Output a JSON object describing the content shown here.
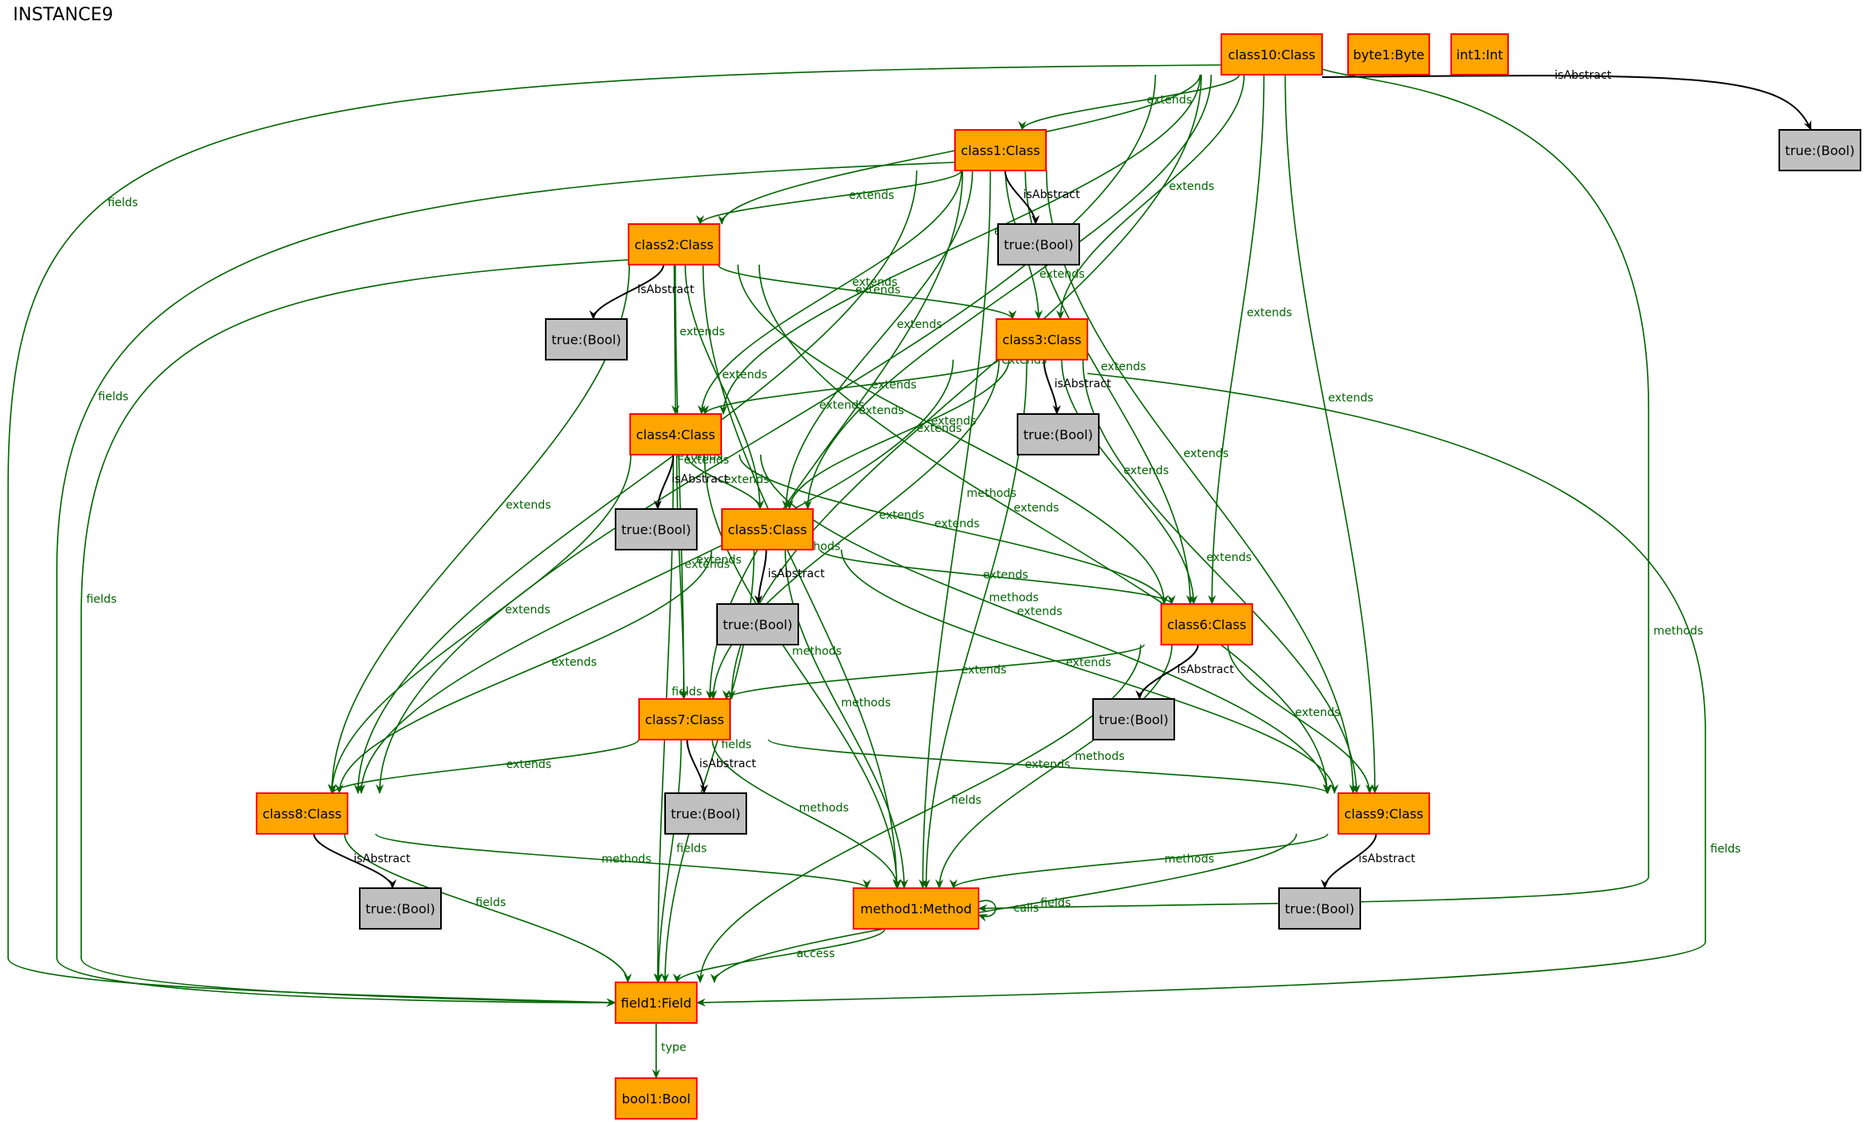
{
  "title": "INSTANCE9",
  "colors": {
    "node_fill": "#FFA500",
    "node_border": "#FF0000",
    "value_fill": "#C0C0C0",
    "value_border": "#000000",
    "edge_green": "#006400",
    "edge_black": "#000000"
  },
  "nodes": [
    {
      "id": "class10",
      "label": "class10:Class",
      "kind": "object"
    },
    {
      "id": "byte1",
      "label": "byte1:Byte",
      "kind": "object"
    },
    {
      "id": "int1",
      "label": "int1:Int",
      "kind": "object"
    },
    {
      "id": "true10",
      "label": "true:(Bool)",
      "kind": "value"
    },
    {
      "id": "class1",
      "label": "class1:Class",
      "kind": "object"
    },
    {
      "id": "true1",
      "label": "true:(Bool)",
      "kind": "value"
    },
    {
      "id": "class2",
      "label": "class2:Class",
      "kind": "object"
    },
    {
      "id": "true2",
      "label": "true:(Bool)",
      "kind": "value"
    },
    {
      "id": "class3",
      "label": "class3:Class",
      "kind": "object"
    },
    {
      "id": "true3",
      "label": "true:(Bool)",
      "kind": "value"
    },
    {
      "id": "class4",
      "label": "class4:Class",
      "kind": "object"
    },
    {
      "id": "true4",
      "label": "true:(Bool)",
      "kind": "value"
    },
    {
      "id": "class5",
      "label": "class5:Class",
      "kind": "object"
    },
    {
      "id": "true5",
      "label": "true:(Bool)",
      "kind": "value"
    },
    {
      "id": "class6",
      "label": "class6:Class",
      "kind": "object"
    },
    {
      "id": "true6",
      "label": "true:(Bool)",
      "kind": "value"
    },
    {
      "id": "class7",
      "label": "class7:Class",
      "kind": "object"
    },
    {
      "id": "true7",
      "label": "true:(Bool)",
      "kind": "value"
    },
    {
      "id": "class8",
      "label": "class8:Class",
      "kind": "object"
    },
    {
      "id": "true8",
      "label": "true:(Bool)",
      "kind": "value"
    },
    {
      "id": "class9",
      "label": "class9:Class",
      "kind": "object"
    },
    {
      "id": "true9",
      "label": "true:(Bool)",
      "kind": "value"
    },
    {
      "id": "method1",
      "label": "method1:Method",
      "kind": "object"
    },
    {
      "id": "field1",
      "label": "field1:Field",
      "kind": "object"
    },
    {
      "id": "bool1",
      "label": "bool1:Bool",
      "kind": "object"
    }
  ],
  "edges": [
    {
      "from": "class10",
      "to": "class1",
      "label": "extends"
    },
    {
      "from": "class10",
      "to": "class2",
      "label": "extends"
    },
    {
      "from": "class10",
      "to": "class3",
      "label": "extends"
    },
    {
      "from": "class10",
      "to": "class4",
      "label": "extends"
    },
    {
      "from": "class10",
      "to": "class5",
      "label": "extends"
    },
    {
      "from": "class10",
      "to": "class6",
      "label": "extends"
    },
    {
      "from": "class10",
      "to": "class7",
      "label": "extends"
    },
    {
      "from": "class10",
      "to": "class8",
      "label": "extends"
    },
    {
      "from": "class10",
      "to": "class9",
      "label": "extends"
    },
    {
      "from": "class10",
      "to": "method1",
      "label": "methods"
    },
    {
      "from": "class10",
      "to": "field1",
      "label": "fields"
    },
    {
      "from": "class10",
      "to": "true10",
      "label": "isAbstract"
    },
    {
      "from": "class1",
      "to": "class2",
      "label": "extends"
    },
    {
      "from": "class1",
      "to": "class3",
      "label": "extends"
    },
    {
      "from": "class1",
      "to": "class4",
      "label": "extends"
    },
    {
      "from": "class1",
      "to": "class5",
      "label": "extends"
    },
    {
      "from": "class1",
      "to": "class6",
      "label": "extends"
    },
    {
      "from": "class1",
      "to": "class7",
      "label": "extends"
    },
    {
      "from": "class1",
      "to": "class8",
      "label": "extends"
    },
    {
      "from": "class1",
      "to": "class9",
      "label": "extends"
    },
    {
      "from": "class1",
      "to": "method1",
      "label": "methods"
    },
    {
      "from": "class1",
      "to": "field1",
      "label": "fields"
    },
    {
      "from": "class1",
      "to": "true1",
      "label": "isAbstract"
    },
    {
      "from": "class2",
      "to": "class3",
      "label": "extends"
    },
    {
      "from": "class2",
      "to": "class4",
      "label": "extends"
    },
    {
      "from": "class2",
      "to": "class5",
      "label": "extends"
    },
    {
      "from": "class2",
      "to": "class6",
      "label": "extends"
    },
    {
      "from": "class2",
      "to": "class7",
      "label": "extends"
    },
    {
      "from": "class2",
      "to": "class8",
      "label": "extends"
    },
    {
      "from": "class2",
      "to": "class9",
      "label": "extends"
    },
    {
      "from": "class2",
      "to": "method1",
      "label": "methods"
    },
    {
      "from": "class2",
      "to": "field1",
      "label": "fields"
    },
    {
      "from": "class2",
      "to": "true2",
      "label": "isAbstract"
    },
    {
      "from": "class3",
      "to": "class4",
      "label": "extends"
    },
    {
      "from": "class3",
      "to": "class5",
      "label": "extends"
    },
    {
      "from": "class3",
      "to": "class6",
      "label": "extends"
    },
    {
      "from": "class3",
      "to": "class7",
      "label": "extends"
    },
    {
      "from": "class3",
      "to": "class8",
      "label": "extends"
    },
    {
      "from": "class3",
      "to": "class9",
      "label": "extends"
    },
    {
      "from": "class3",
      "to": "method1",
      "label": "methods"
    },
    {
      "from": "class3",
      "to": "field1",
      "label": "fields"
    },
    {
      "from": "class3",
      "to": "true3",
      "label": "isAbstract"
    },
    {
      "from": "class4",
      "to": "class5",
      "label": "extends"
    },
    {
      "from": "class4",
      "to": "class6",
      "label": "extends"
    },
    {
      "from": "class4",
      "to": "class7",
      "label": "extends"
    },
    {
      "from": "class4",
      "to": "class8",
      "label": "extends"
    },
    {
      "from": "class4",
      "to": "class9",
      "label": "extends"
    },
    {
      "from": "class4",
      "to": "method1",
      "label": "methods"
    },
    {
      "from": "class4",
      "to": "field1",
      "label": "fields"
    },
    {
      "from": "class4",
      "to": "true4",
      "label": "isAbstract"
    },
    {
      "from": "class5",
      "to": "class6",
      "label": "extends"
    },
    {
      "from": "class5",
      "to": "class8",
      "label": "extends"
    },
    {
      "from": "class5",
      "to": "class9",
      "label": "extends"
    },
    {
      "from": "class5",
      "to": "method1",
      "label": "methods"
    },
    {
      "from": "class5",
      "to": "field1",
      "label": "fields"
    },
    {
      "from": "class5",
      "to": "true5",
      "label": "isAbstract"
    },
    {
      "from": "class6",
      "to": "class7",
      "label": "extends"
    },
    {
      "from": "class6",
      "to": "class9",
      "label": "extends"
    },
    {
      "from": "class6",
      "to": "method1",
      "label": "methods"
    },
    {
      "from": "class6",
      "to": "field1",
      "label": "fields"
    },
    {
      "from": "class6",
      "to": "true6",
      "label": "isAbstract"
    },
    {
      "from": "class7",
      "to": "class8",
      "label": "extends"
    },
    {
      "from": "class7",
      "to": "class9",
      "label": "extends"
    },
    {
      "from": "class7",
      "to": "method1",
      "label": "methods"
    },
    {
      "from": "class7",
      "to": "field1",
      "label": "fields"
    },
    {
      "from": "class7",
      "to": "true7",
      "label": "isAbstract"
    },
    {
      "from": "class8",
      "to": "method1",
      "label": "methods"
    },
    {
      "from": "class8",
      "to": "field1",
      "label": "fields"
    },
    {
      "from": "class8",
      "to": "true8",
      "label": "isAbstract"
    },
    {
      "from": "class9",
      "to": "method1",
      "label": "methods"
    },
    {
      "from": "class9",
      "to": "field1",
      "label": "fields"
    },
    {
      "from": "class9",
      "to": "true9",
      "label": "isAbstract"
    },
    {
      "from": "method1",
      "to": "method1",
      "label": "calls"
    },
    {
      "from": "method1",
      "to": "field1",
      "label": "access"
    },
    {
      "from": "field1",
      "to": "bool1",
      "label": "type"
    }
  ]
}
